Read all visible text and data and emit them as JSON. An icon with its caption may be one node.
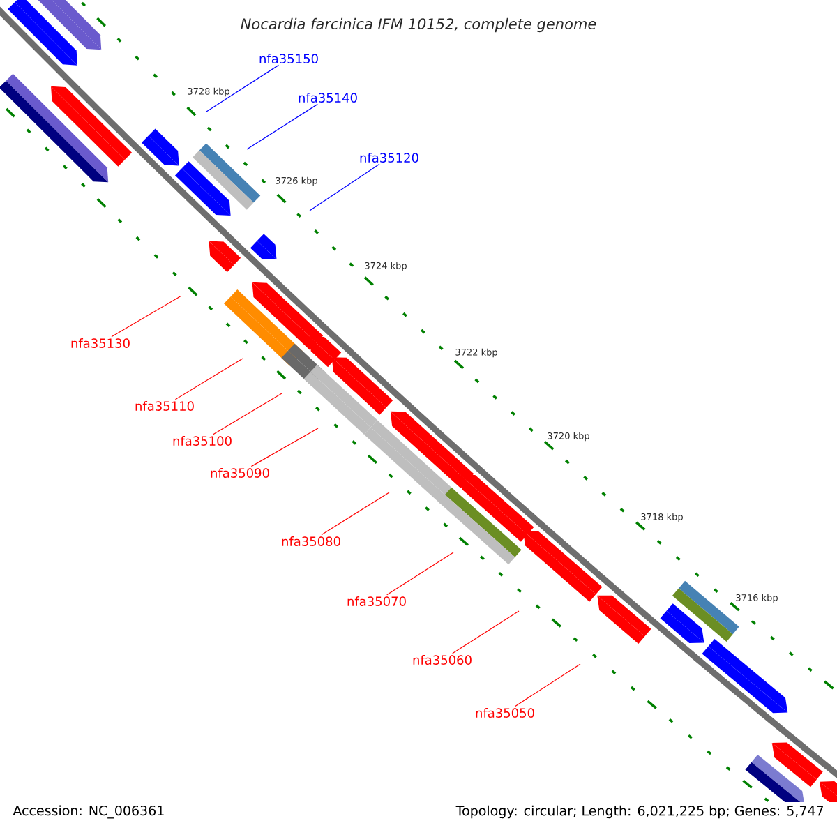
{
  "diagram": {
    "title": "Nocardia farcinica IFM 10152, complete genome",
    "nodes": [
      {
        "text": [
          "nfa35150"
        ]
      },
      {
        "text": [
          "nfa35140"
        ]
      },
      {
        "text": [
          "nfa35120"
        ]
      },
      {
        "text": [
          "nfa35130"
        ]
      },
      {
        "text": [
          "nfa35110"
        ]
      },
      {
        "text": [
          "nfa35100"
        ]
      },
      {
        "text": [
          "nfa35090"
        ]
      },
      {
        "text": [
          "nfa35080"
        ]
      },
      {
        "text": [
          "nfa35070"
        ]
      },
      {
        "text": [
          "nfa35060"
        ]
      },
      {
        "text": [
          "nfa35050"
        ]
      }
    ],
    "edges": [
      {
        "from": 0,
        "to": null,
        "arrow": "none",
        "color": "#0000ff"
      },
      {
        "from": 1,
        "to": null,
        "arrow": "none",
        "color": "#0000ff"
      },
      {
        "from": 2,
        "to": null,
        "arrow": "none",
        "color": "#0000ff"
      },
      {
        "from": 3,
        "to": null,
        "arrow": "none"
      },
      {
        "from": 4,
        "to": null,
        "arrow": "none"
      },
      {
        "from": 5,
        "to": null,
        "arrow": "none"
      },
      {
        "from": 6,
        "to": null,
        "arrow": "none"
      },
      {
        "from": 7,
        "to": null,
        "arrow": "none"
      },
      {
        "from": 8,
        "to": null,
        "arrow": "none"
      },
      {
        "from": 9,
        "to": null,
        "arrow": "none"
      },
      {
        "from": 10,
        "to": null,
        "arrow": "none"
      }
    ],
    "labels": [
      "3728 kbp",
      "3726 kbp",
      "3724 kbp",
      "3722 kbp",
      "3720 kbp",
      "3718 kbp",
      "3716 kbp",
      "Accession: NC_006361",
      "Topology: circular; Length: 6,021,225 bp; Genes: 5,747"
    ]
  }
}
